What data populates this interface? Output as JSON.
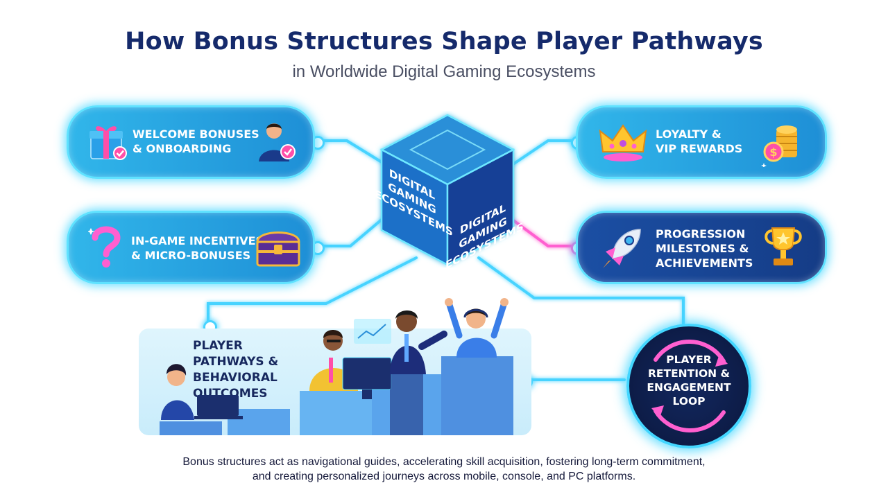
{
  "title": "How Bonus Structures Shape Player Pathways",
  "subtitle": "in Worldwide Digital Gaming Ecosystems",
  "center_cube": {
    "left_face_text": "DIGITAL\nGAMING\nECOSYSTEMS",
    "right_face_text": "DIGITAL\nGAMING\nECOSYSTEMS",
    "colors": {
      "top": "#2a8fd8",
      "left": "#1f6fc8",
      "right": "#123f96",
      "edge": "#6ee8ff"
    }
  },
  "nodes": {
    "welcome": {
      "label": "WELCOME BONUSES\n& ONBOARDING",
      "icons": [
        "gift-icon",
        "player-check-icon"
      ]
    },
    "ingame": {
      "label": "IN-GAME INCENTIVES\n& MICRO-BONUSES",
      "icons": [
        "question-mark-icon",
        "treasure-chest-icon"
      ]
    },
    "loyalty": {
      "label": "LOYALTY &\nVIP REWARDS",
      "icons": [
        "crown-icon",
        "coin-stack-icon"
      ]
    },
    "progression": {
      "label": "PROGRESSION\nMILESTONES &\nACHIEVEMENTS",
      "icons": [
        "rocket-icon",
        "trophy-icon"
      ]
    },
    "pathways": {
      "label": "PLAYER\nPATHWAYS &\nBEHAVIORAL\nOUTCOMES"
    },
    "retention": {
      "label": "PLAYER\nRETENTION &\nENGAGEMENT\nLOOP"
    }
  },
  "caption": "Bonus structures act as navigational guides, accelerating skill acquisition, fostering long-term commitment,\nand creating personalized journeys across mobile, console, and PC platforms.",
  "colors": {
    "title": "#152a6b",
    "glow_cyan": "#47d3ff",
    "glow_pink": "#ff5fd0",
    "pill_light": "#2aa6e4",
    "pill_dark": "#17438f"
  }
}
